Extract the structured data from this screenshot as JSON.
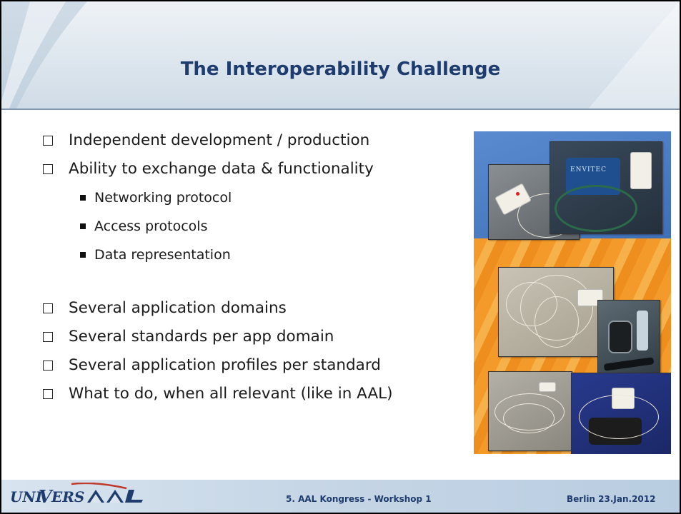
{
  "slide": {
    "title": "The Interoperability Challenge"
  },
  "bullets": {
    "top": [
      "Independent development / production",
      "Ability to exchange data & functionality"
    ],
    "sub": [
      "Networking protocol",
      "Access protocols",
      "Data representation"
    ],
    "bottom": [
      "Several application domains",
      "Several standards per app domain",
      "Several application profiles per standard",
      "What to do, when all relevant (like in AAL)"
    ]
  },
  "collage": {
    "cuff_label": "ENVITEC"
  },
  "footer": {
    "logo_text": "universAAL",
    "center": "5. AAL Kongress - Workshop 1",
    "right": "Berlin 23.Jan.2012"
  },
  "colors": {
    "title": "#1f3c6e",
    "collage_top": "#4a7bc4",
    "collage_bottom": "#f39a2a"
  }
}
